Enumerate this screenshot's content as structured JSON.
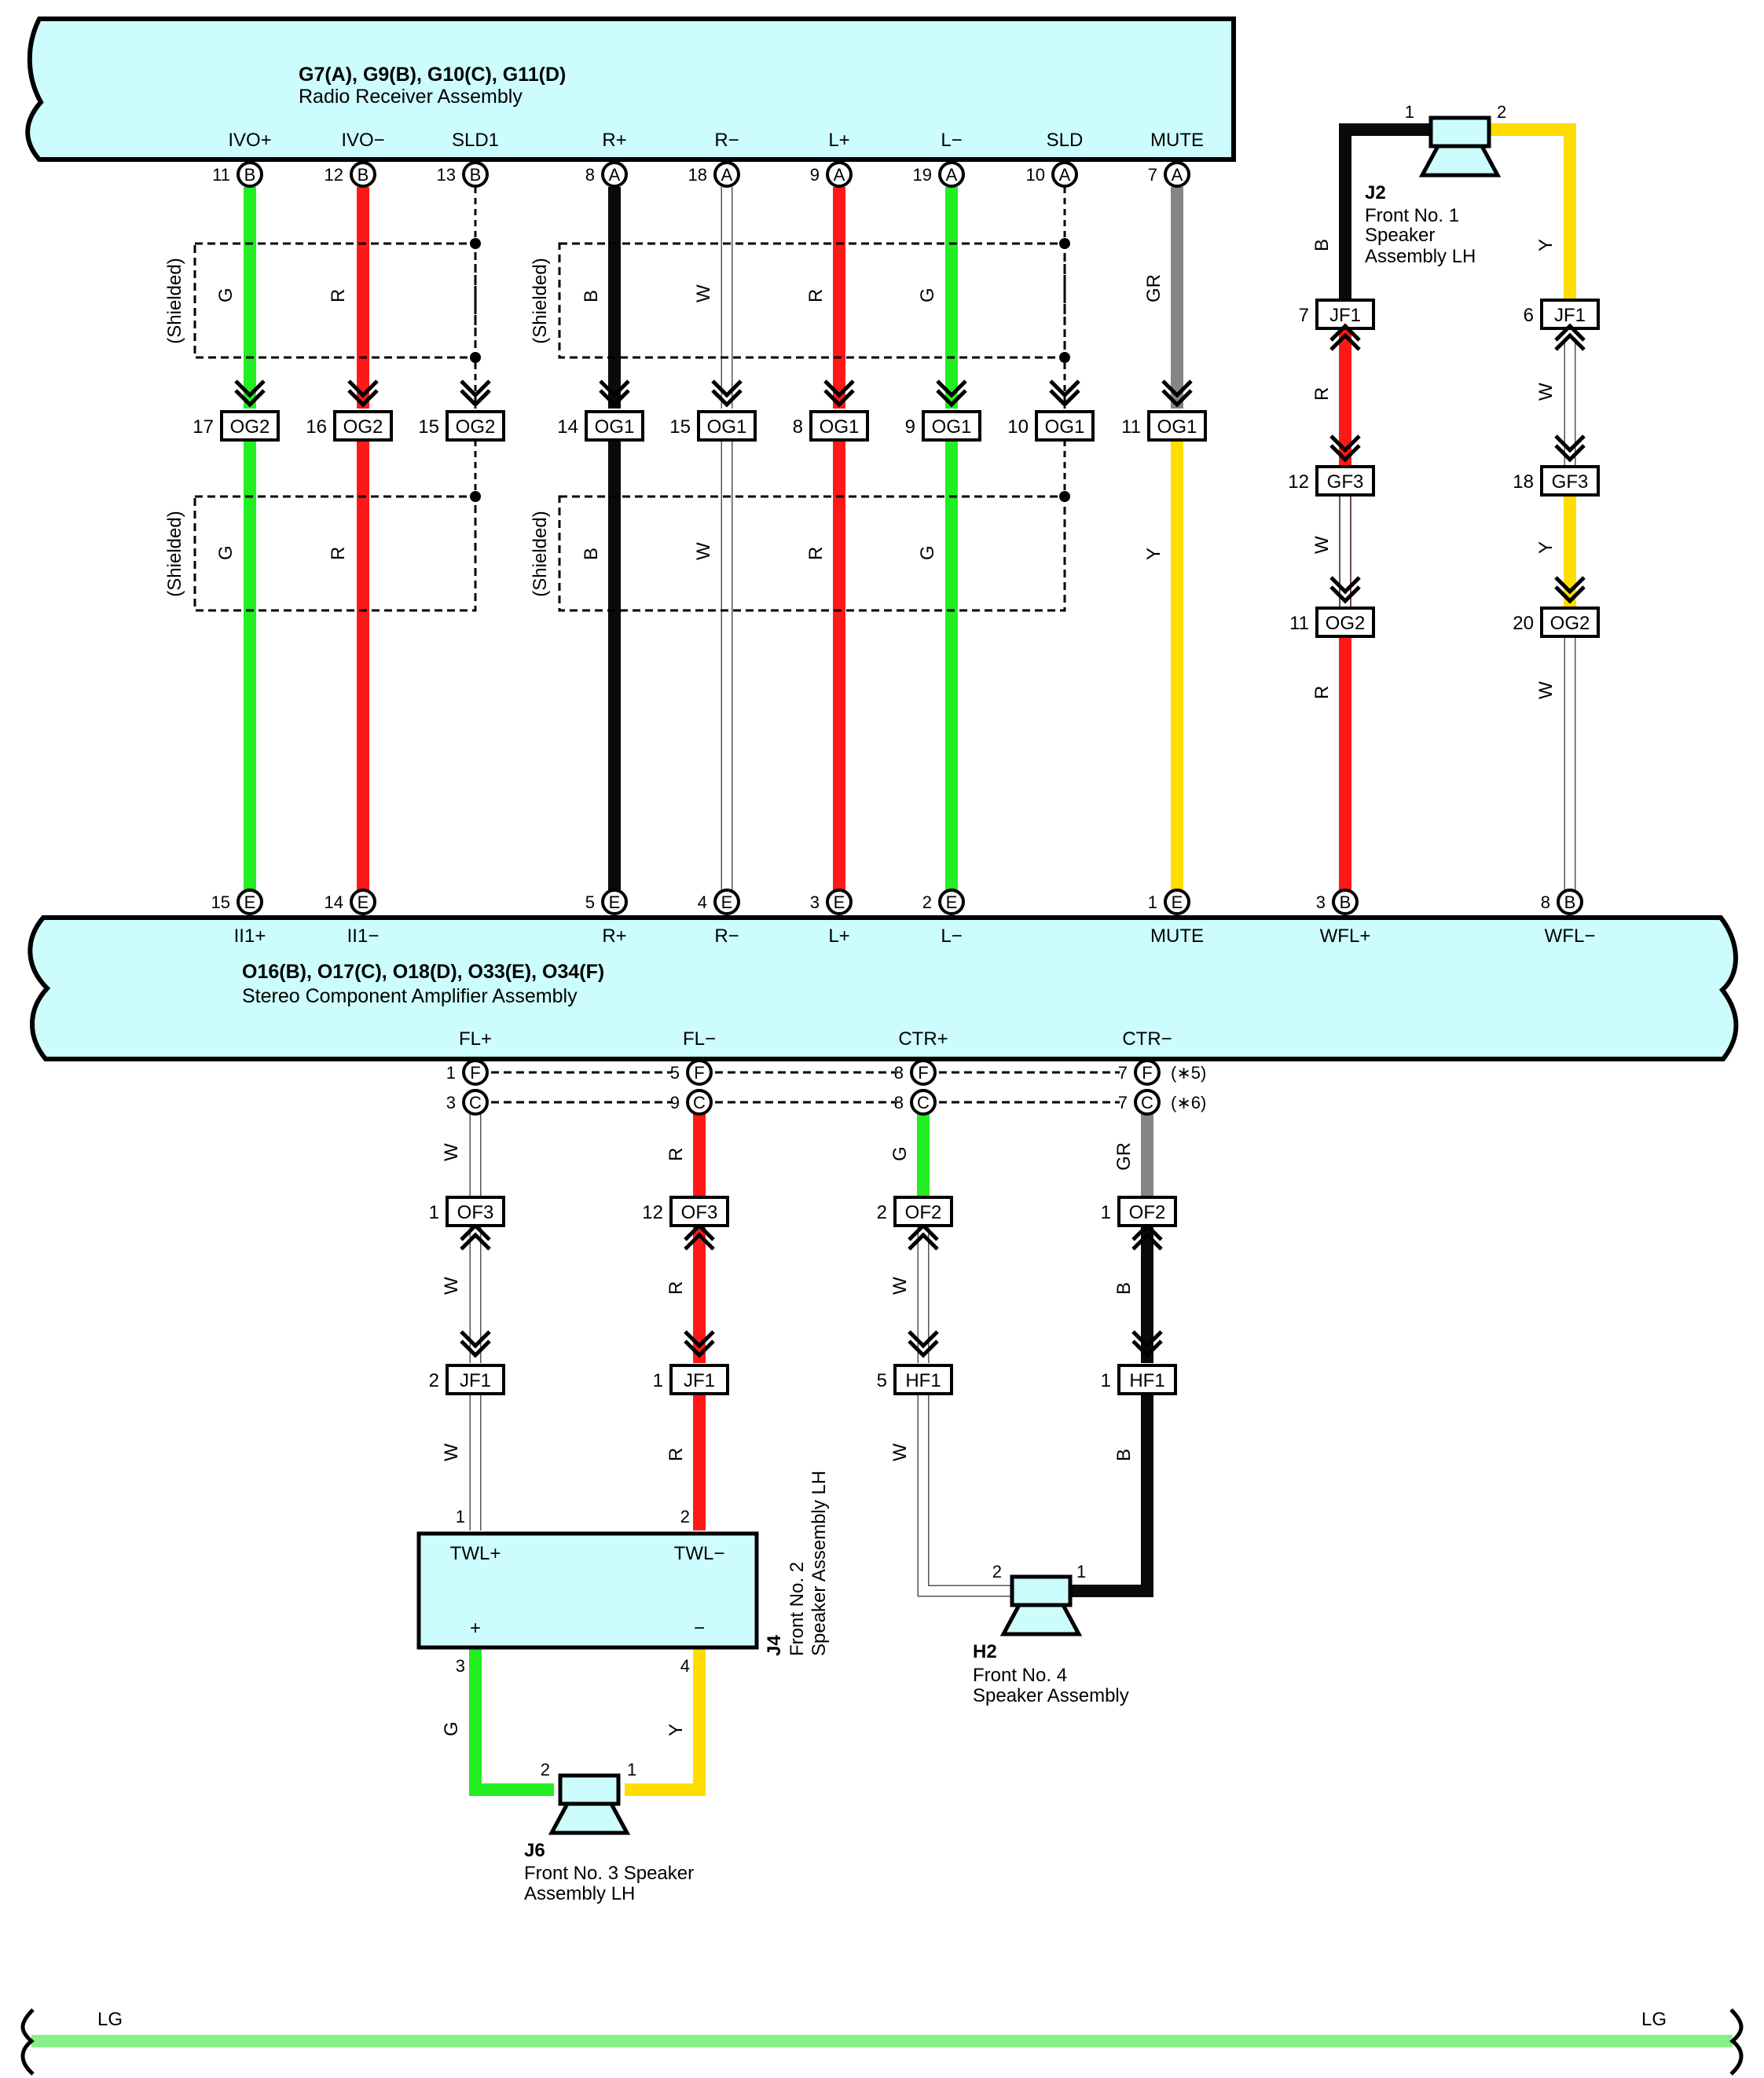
{
  "colors": {
    "G": "#22ee22",
    "R": "#ff1818",
    "B": "#0a0a0a",
    "W": "#ffffff",
    "GR": "#858585",
    "Y": "#ffdd00",
    "LG": "#88f088",
    "component_fill": "#ccfcfc",
    "outline": "#000000"
  },
  "radio": {
    "codes": "G7(A), G9(B), G10(C), G11(D)",
    "name": "Radio Receiver Assembly",
    "pins": [
      {
        "label": "IVO+",
        "num": "11",
        "conn": "B"
      },
      {
        "label": "IVO−",
        "num": "12",
        "conn": "B"
      },
      {
        "label": "SLD1",
        "num": "13",
        "conn": "B"
      },
      {
        "label": "R+",
        "num": "8",
        "conn": "A"
      },
      {
        "label": "R−",
        "num": "18",
        "conn": "A"
      },
      {
        "label": "L+",
        "num": "9",
        "conn": "A"
      },
      {
        "label": "L−",
        "num": "19",
        "conn": "A"
      },
      {
        "label": "SLD",
        "num": "10",
        "conn": "A"
      },
      {
        "label": "MUTE",
        "num": "7",
        "conn": "A"
      }
    ]
  },
  "amplifier": {
    "codes": "O16(B), O17(C), O18(D), O33(E), O34(F)",
    "name": "Stereo Component Amplifier Assembly",
    "top_pins": [
      {
        "label": "II1+",
        "num": "15",
        "conn": "E"
      },
      {
        "label": "II1−",
        "num": "14",
        "conn": "E"
      },
      {
        "label": "R+",
        "num": "5",
        "conn": "E"
      },
      {
        "label": "R−",
        "num": "4",
        "conn": "E"
      },
      {
        "label": "L+",
        "num": "3",
        "conn": "E"
      },
      {
        "label": "L−",
        "num": "2",
        "conn": "E"
      },
      {
        "label": "MUTE",
        "num": "1",
        "conn": "E"
      },
      {
        "label": "WFL+",
        "num": "3",
        "conn": "B"
      },
      {
        "label": "WFL−",
        "num": "8",
        "conn": "B"
      }
    ],
    "bottom_labels": [
      "FL+",
      "FL−",
      "CTR+",
      "CTR−"
    ],
    "row_f_pins": [
      {
        "num": "1",
        "conn": "F"
      },
      {
        "num": "5",
        "conn": "F"
      },
      {
        "num": "8",
        "conn": "F"
      },
      {
        "num": "7",
        "conn": "F"
      }
    ],
    "row_c_pins": [
      {
        "num": "3",
        "conn": "C"
      },
      {
        "num": "9",
        "conn": "C"
      },
      {
        "num": "8",
        "conn": "C"
      },
      {
        "num": "7",
        "conn": "C"
      }
    ],
    "notes": [
      "(∗5)",
      "(∗6)"
    ]
  },
  "shielded_label": "(Shielded)",
  "wire_labels_upper": [
    "G",
    "R",
    "B",
    "W",
    "R",
    "G",
    "GR"
  ],
  "wire_labels_lower": [
    "G",
    "R",
    "B",
    "W",
    "R",
    "G",
    "Y"
  ],
  "connectors_og": [
    {
      "num": "17",
      "name": "OG2"
    },
    {
      "num": "16",
      "name": "OG2"
    },
    {
      "num": "15",
      "name": "OG2"
    },
    {
      "num": "14",
      "name": "OG1"
    },
    {
      "num": "15",
      "name": "OG1"
    },
    {
      "num": "8",
      "name": "OG1"
    },
    {
      "num": "9",
      "name": "OG1"
    },
    {
      "num": "10",
      "name": "OG1"
    },
    {
      "num": "11",
      "name": "OG1"
    }
  ],
  "woofer_lh": {
    "code": "J2",
    "name_lines": [
      "Front No.  1",
      "Speaker",
      "Assembly LH"
    ],
    "pins": [
      "1",
      "2"
    ],
    "wire_labels": [
      "B",
      "R",
      "W",
      "R",
      "Y",
      "W",
      "Y",
      "W"
    ],
    "connectors": [
      {
        "num": "7",
        "name": "JF1"
      },
      {
        "num": "12",
        "name": "GF3"
      },
      {
        "num": "11",
        "name": "OG2"
      },
      {
        "num": "6",
        "name": "JF1"
      },
      {
        "num": "18",
        "name": "GF3"
      },
      {
        "num": "20",
        "name": "OG2"
      }
    ]
  },
  "front_lower": {
    "wire_labels": [
      "W",
      "W",
      "W",
      "R",
      "R",
      "R",
      "G",
      "W",
      "W",
      "GR",
      "B",
      "B"
    ],
    "connectors": [
      {
        "num": "1",
        "name": "OF3"
      },
      {
        "num": "12",
        "name": "OF3"
      },
      {
        "num": "2",
        "name": "OF2"
      },
      {
        "num": "1",
        "name": "OF2"
      },
      {
        "num": "2",
        "name": "JF1"
      },
      {
        "num": "1",
        "name": "JF1"
      },
      {
        "num": "5",
        "name": "HF1"
      },
      {
        "num": "1",
        "name": "HF1"
      }
    ]
  },
  "tweeter": {
    "code": "J4",
    "name_lines": [
      "Front No. 2",
      "Speaker Assembly LH"
    ],
    "pin_labels": [
      "TWL+",
      "TWL−"
    ],
    "signs": [
      "+",
      "−"
    ],
    "pins": [
      "1",
      "2",
      "3",
      "4"
    ],
    "wire_labels": [
      "G",
      "Y"
    ]
  },
  "speaker_j6": {
    "code": "J6",
    "name_lines": [
      "Front No.  3 Speaker",
      "Assembly LH"
    ],
    "pins": [
      "2",
      "1"
    ]
  },
  "speaker_h2": {
    "code": "H2",
    "name_lines": [
      "Front No.  4",
      "Speaker Assembly"
    ],
    "pins": [
      "2",
      "1"
    ]
  },
  "ground_bar": {
    "label_left": "LG",
    "label_right": "LG"
  }
}
